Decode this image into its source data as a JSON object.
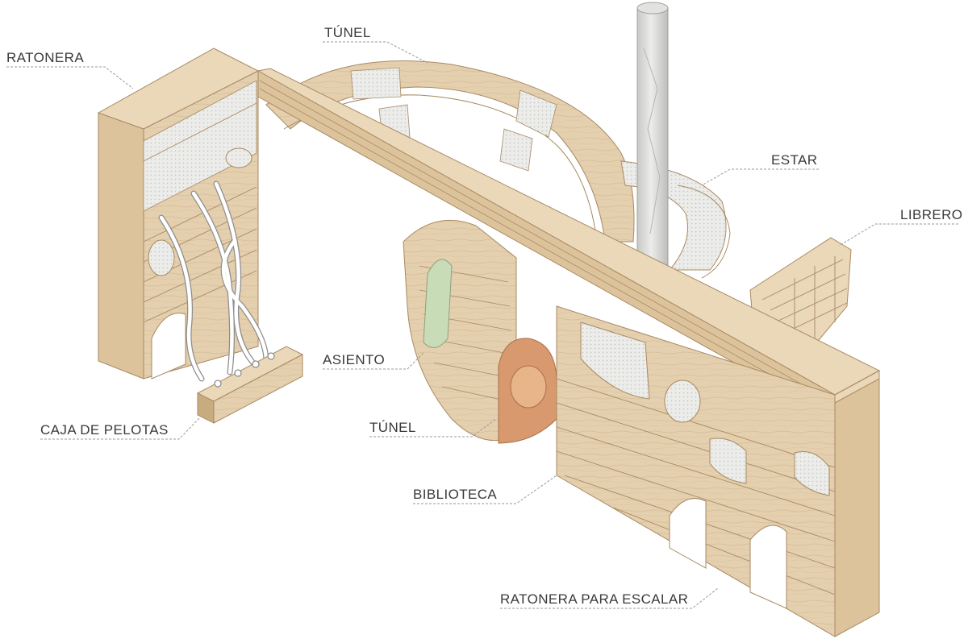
{
  "labels": {
    "ratonera": "RATONERA",
    "tunel_top": "TÚNEL",
    "estar": "ESTAR",
    "librero": "LIBRERO",
    "asiento": "ASIENTO",
    "tunel_mid": "TÚNEL",
    "caja_pelotas": "CAJA DE PELOTAS",
    "biblioteca": "BIBLIOTECA",
    "ratonera_escalar": "RATONERA PARA ESCALAR"
  },
  "colors": {
    "wood_light": "#ead8b9",
    "wood_mid": "#dcc39c",
    "wood_dark": "#c9ab80",
    "wood_line": "#a88a63",
    "mesh": "#e8e8e6",
    "pole": "#d7d7d5",
    "door": "#d8996e",
    "door_inner": "#e8b48a",
    "seat": "#c9dcb8"
  }
}
